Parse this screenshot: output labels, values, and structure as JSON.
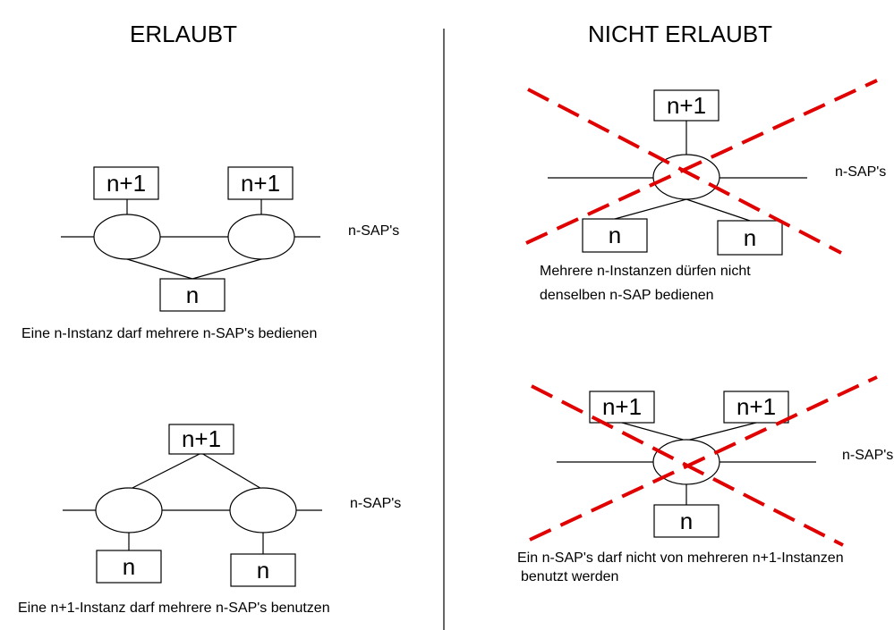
{
  "headings": {
    "allowed": "ERLAUBT",
    "not_allowed": "NICHT ERLAUBT"
  },
  "labels": {
    "upper": "n+1",
    "lower": "n",
    "sap": "n-SAP's"
  },
  "captions": {
    "allowed_1": "Eine n-Instanz darf mehrere n-SAP's bedienen",
    "allowed_2": "Eine n+1-Instanz darf mehrere n-SAP's benutzen",
    "not_allowed_1_line1": "Mehrere n-Instanzen dürfen nicht",
    "not_allowed_1_line2": "denselben n-SAP bedienen",
    "not_allowed_2_line1": "Ein n-SAP's darf nicht von mehreren n+1-Instanzen",
    "not_allowed_2_line2": "benutzt werden"
  },
  "colors": {
    "cross": "#e00000"
  }
}
